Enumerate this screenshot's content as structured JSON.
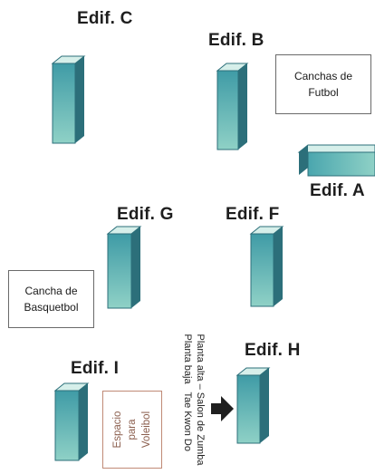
{
  "buildings": {
    "c": "Edif. C",
    "b": "Edif. B",
    "a": "Edif. A",
    "g": "Edif. G",
    "f": "Edif. F",
    "i": "Edif. I",
    "h": "Edif. H"
  },
  "areas": {
    "futbol": [
      "Canchas de",
      "Futbol"
    ],
    "basquetbol": [
      "Cancha de",
      "Basquetbol"
    ],
    "voleibol": [
      "Espacio",
      "para",
      "Voleibol"
    ]
  },
  "annotation_h": {
    "line1": "Planta alta – Salon de Zumba",
    "line2": "Planta baja   Tae Kwon Do"
  },
  "colors": {
    "block_front_top": "#3f9ba6",
    "block_front_bottom": "#8fd1c6",
    "block_top": "#d6efea",
    "block_side": "#2c6f7a",
    "arrow": "#1f1f1f"
  }
}
